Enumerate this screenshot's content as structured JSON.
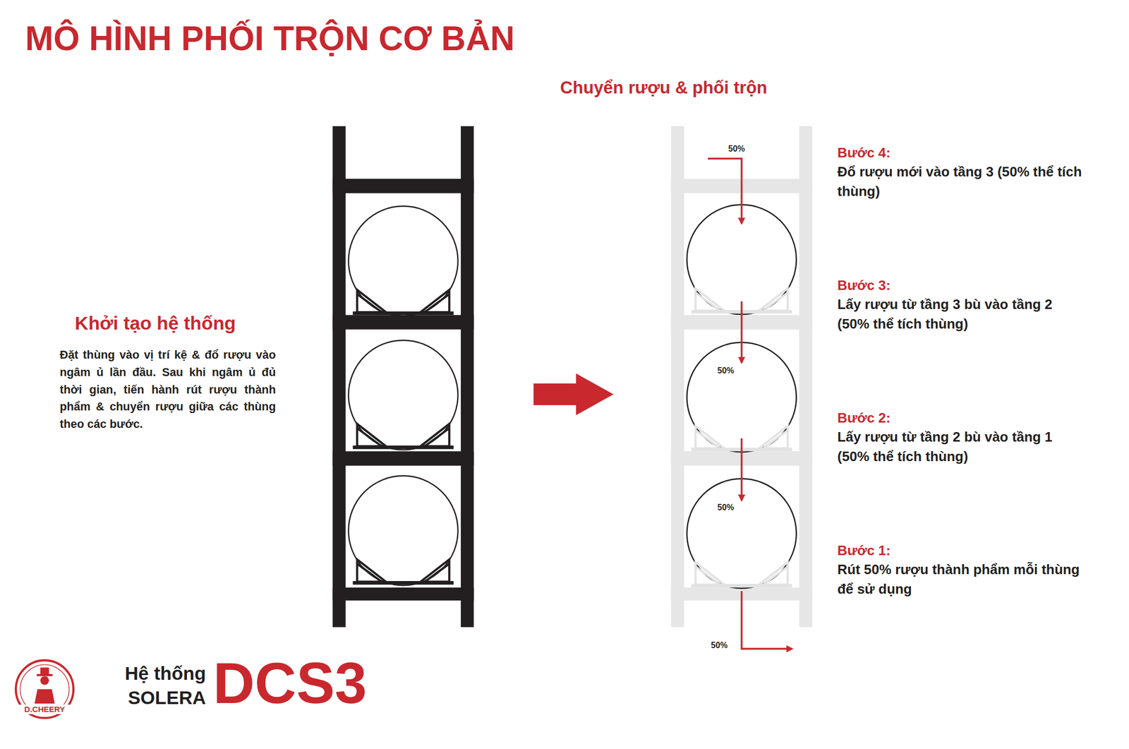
{
  "diagram": {
    "title": "MÔ HÌNH PHỐI TRỘN CƠ BẢN",
    "labels": [
      "Chuyển rượu & phối trộn",
      "Khởi tạo hệ thống",
      "Đặt thùng vào vị trí kệ & đổ rượu vào ngâm ủ lần đầu. Sau khi ngâm ủ đủ thời gian, tiến hành rút rượu thành phẩm & chuyển rượu giữa các thùng theo các bước.",
      "50%",
      "50%",
      "50%",
      "50%",
      "Bước 4:",
      "Đổ rượu mới vào tầng 3 (50% thể tích thùng)",
      "Bước 3:",
      "Lấy rượu từ tầng 3 bù vào tầng 2 (50% thể tích thùng)",
      "Bước 2:",
      "Lấy rượu từ tầng 2 bù vào tầng 1 (50% thể tích thùng)",
      "Bước 1:",
      "Rút 50% rượu thành phẩm mỗi thùng để sử dụng",
      "Hệ thống SOLERA",
      "DCS3",
      "D.CHEERY"
    ]
  }
}
